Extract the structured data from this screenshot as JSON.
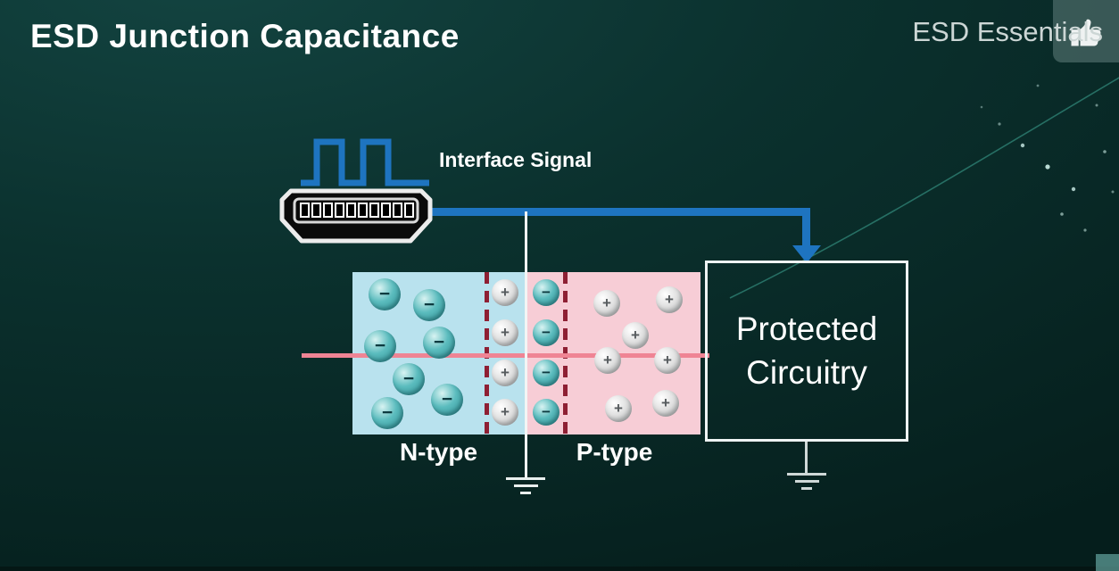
{
  "page": {
    "title": "ESD Junction Capacitance",
    "brand": "ESD Essentials"
  },
  "diagram": {
    "signal_label": "Interface Signal",
    "n_label": "N-type",
    "p_label": "P-type",
    "protected_line1": "Protected",
    "protected_line2": "Circuitry",
    "minus": "−",
    "plus": "+"
  },
  "icons": {
    "thumbs_up": "thumbs-up-icon",
    "hdmi_connector": "hdmi-connector-icon",
    "square_wave": "square-wave-icon",
    "ground": "ground-symbol"
  },
  "colors": {
    "background_dark": "#051e1c",
    "background_light": "#134441",
    "title_text": "#ffffff",
    "brand_text": "#ccd6d5",
    "signal_blue": "#1e74c0",
    "n_region_fill": "#b9e2ee",
    "p_region_fill": "#f7cdd6",
    "depletion_dash": "#8e1f33",
    "junction_wire_pink": "#ef8494",
    "electron_teal": "#4db3b6",
    "hole_gray": "#d9d9d9",
    "ground_white": "#e9efee"
  }
}
